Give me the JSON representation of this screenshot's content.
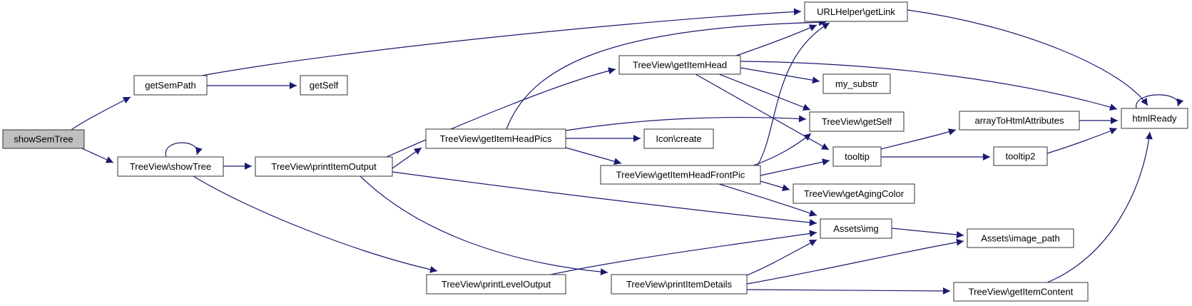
{
  "diagram": {
    "type": "call-graph",
    "colors": {
      "edge": "#191970",
      "node_fill": "#ffffff",
      "node_border": "#333333",
      "highlight_fill": "#bfbfbf",
      "background": "#ffffff"
    },
    "nodes": [
      {
        "id": "showSemTree",
        "label": "showSemTree",
        "highlighted": true
      },
      {
        "id": "getSemPath",
        "label": "getSemPath",
        "highlighted": false
      },
      {
        "id": "getSelf",
        "label": "getSelf",
        "highlighted": false
      },
      {
        "id": "showTree",
        "label": "TreeView\\showTree",
        "highlighted": false
      },
      {
        "id": "printItemOutput",
        "label": "TreeView\\printItemOutput",
        "highlighted": false
      },
      {
        "id": "getItemHeadPics",
        "label": "TreeView\\getItemHeadPics",
        "highlighted": false
      },
      {
        "id": "iconCreate",
        "label": "Icon\\create",
        "highlighted": false
      },
      {
        "id": "getItemHead",
        "label": "TreeView\\getItemHead",
        "highlighted": false
      },
      {
        "id": "getLink",
        "label": "URLHelper\\getLink",
        "highlighted": false
      },
      {
        "id": "mySubstr",
        "label": "my_substr",
        "highlighted": false
      },
      {
        "id": "tvGetSelf",
        "label": "TreeView\\getSelf",
        "highlighted": false
      },
      {
        "id": "tooltip",
        "label": "tooltip",
        "highlighted": false
      },
      {
        "id": "frontPic",
        "label": "TreeView\\getItemHeadFrontPic",
        "highlighted": false
      },
      {
        "id": "agingColor",
        "label": "TreeView\\getAgingColor",
        "highlighted": false
      },
      {
        "id": "assetsImg",
        "label": "Assets\\img",
        "highlighted": false
      },
      {
        "id": "imagePath",
        "label": "Assets\\image_path",
        "highlighted": false
      },
      {
        "id": "getItemContent",
        "label": "TreeView\\getItemContent",
        "highlighted": false
      },
      {
        "id": "printLevelOutput",
        "label": "TreeView\\printLevelOutput",
        "highlighted": false
      },
      {
        "id": "printItemDetails",
        "label": "TreeView\\printItemDetails",
        "highlighted": false
      },
      {
        "id": "arrayToHtml",
        "label": "arrayToHtmlAttributes",
        "highlighted": false
      },
      {
        "id": "tooltip2",
        "label": "tooltip2",
        "highlighted": false
      },
      {
        "id": "htmlReady",
        "label": "htmlReady",
        "highlighted": false
      }
    ],
    "edges": [
      {
        "from": "showSemTree",
        "to": "getSemPath"
      },
      {
        "from": "showSemTree",
        "to": "showTree"
      },
      {
        "from": "getSemPath",
        "to": "getSelf"
      },
      {
        "from": "getSemPath",
        "to": "getLink"
      },
      {
        "from": "showTree",
        "to": "showTree"
      },
      {
        "from": "showTree",
        "to": "printItemOutput"
      },
      {
        "from": "showTree",
        "to": "printLevelOutput"
      },
      {
        "from": "printItemOutput",
        "to": "getItemHead"
      },
      {
        "from": "printItemOutput",
        "to": "getItemHeadPics"
      },
      {
        "from": "printItemOutput",
        "to": "assetsImg"
      },
      {
        "from": "printItemOutput",
        "to": "printItemDetails"
      },
      {
        "from": "getItemHeadPics",
        "to": "iconCreate"
      },
      {
        "from": "getItemHeadPics",
        "to": "frontPic"
      },
      {
        "from": "getItemHeadPics",
        "to": "getLink"
      },
      {
        "from": "getItemHeadPics",
        "to": "tvGetSelf"
      },
      {
        "from": "getItemHead",
        "to": "getLink"
      },
      {
        "from": "getItemHead",
        "to": "mySubstr"
      },
      {
        "from": "getItemHead",
        "to": "tvGetSelf"
      },
      {
        "from": "getItemHead",
        "to": "tooltip"
      },
      {
        "from": "getItemHead",
        "to": "htmlReady"
      },
      {
        "from": "frontPic",
        "to": "getLink"
      },
      {
        "from": "frontPic",
        "to": "tvGetSelf"
      },
      {
        "from": "frontPic",
        "to": "tooltip"
      },
      {
        "from": "frontPic",
        "to": "agingColor"
      },
      {
        "from": "frontPic",
        "to": "assetsImg"
      },
      {
        "from": "tooltip",
        "to": "arrayToHtml"
      },
      {
        "from": "tooltip",
        "to": "tooltip2"
      },
      {
        "from": "arrayToHtml",
        "to": "htmlReady"
      },
      {
        "from": "tooltip2",
        "to": "htmlReady"
      },
      {
        "from": "getLink",
        "to": "htmlReady"
      },
      {
        "from": "htmlReady",
        "to": "htmlReady"
      },
      {
        "from": "printLevelOutput",
        "to": "assetsImg"
      },
      {
        "from": "printItemDetails",
        "to": "assetsImg"
      },
      {
        "from": "printItemDetails",
        "to": "imagePath"
      },
      {
        "from": "printItemDetails",
        "to": "getItemContent"
      },
      {
        "from": "assetsImg",
        "to": "imagePath"
      },
      {
        "from": "getItemContent",
        "to": "htmlReady"
      }
    ]
  }
}
